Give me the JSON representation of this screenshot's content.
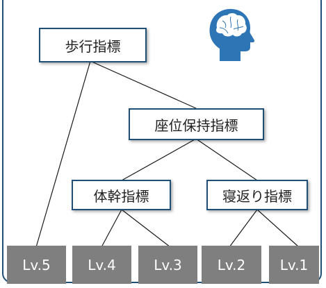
{
  "diagram": {
    "nodes": {
      "walking": "歩行指標",
      "sitting": "座位保持指標",
      "trunk": "体幹指標",
      "rolling": "寝返り指標"
    },
    "levels": [
      "Lv.5",
      "Lv.4",
      "Lv.3",
      "Lv.2",
      "Lv.1"
    ],
    "colors": {
      "frame": "#1f4e79",
      "level_box": "#7f7f7f",
      "head_icon": "#2e75b6"
    },
    "icon": "brain-head-icon"
  }
}
